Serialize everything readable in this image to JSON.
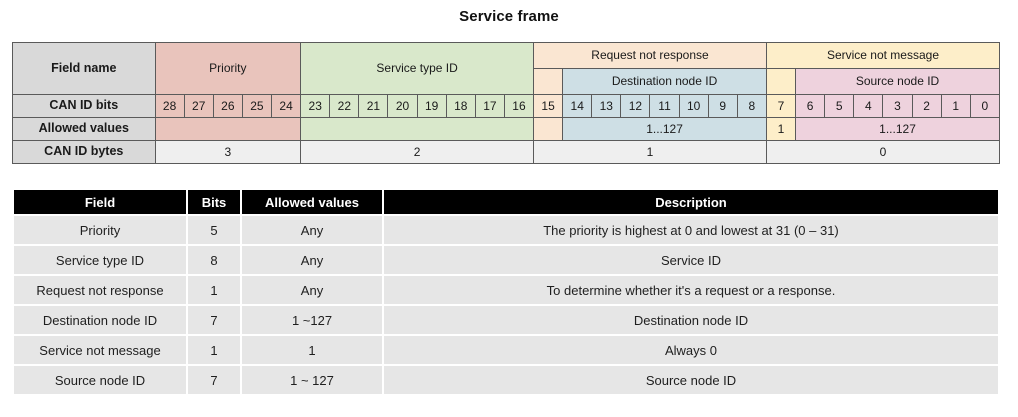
{
  "title": "Service frame",
  "bit_table": {
    "row_headers": {
      "field_name": "Field name",
      "can_id_bits": "CAN ID bits",
      "allowed_values": "Allowed values",
      "can_id_bytes": "CAN ID bytes"
    },
    "groups": {
      "priority": "Priority",
      "service_type_id": "Service type ID",
      "request_not_response": "Request not response",
      "destination_node_id": "Destination node ID",
      "service_not_message": "Service not message",
      "source_node_id": "Source node ID"
    },
    "bits": {
      "priority": [
        "28",
        "27",
        "26",
        "25",
        "24"
      ],
      "service_type_id": [
        "23",
        "22",
        "21",
        "20",
        "19",
        "18",
        "17",
        "16"
      ],
      "request_not_response": [
        "15"
      ],
      "destination_node_id": [
        "14",
        "13",
        "12",
        "11",
        "10",
        "9",
        "8"
      ],
      "service_not_message": [
        "7"
      ],
      "source_node_id": [
        "6",
        "5",
        "4",
        "3",
        "2",
        "1",
        "0"
      ]
    },
    "allowed_values": {
      "priority": "",
      "service_type_id": "",
      "request_not_response": "",
      "destination_node_id": "1...127",
      "service_not_message": "1",
      "source_node_id": "1...127"
    },
    "bytes": {
      "byte3": "3",
      "byte2": "2",
      "byte1": "1",
      "byte0": "0"
    }
  },
  "field_table": {
    "columns": [
      "Field",
      "Bits",
      "Allowed values",
      "Description"
    ],
    "rows": [
      {
        "field": "Priority",
        "bits": "5",
        "allowed": "Any",
        "description": "The priority is highest at 0 and lowest at 31 (0 – 31)"
      },
      {
        "field": "Service type ID",
        "bits": "8",
        "allowed": "Any",
        "description": "Service ID"
      },
      {
        "field": "Request not response",
        "bits": "1",
        "allowed": "Any",
        "description": "To determine whether it's a request or a response."
      },
      {
        "field": "Destination node ID",
        "bits": "7",
        "allowed": "1 ~127",
        "description": "Destination node ID"
      },
      {
        "field": "Service not message",
        "bits": "1",
        "allowed": "1",
        "description": "Always 0"
      },
      {
        "field": "Source node ID",
        "bits": "7",
        "allowed": "1 ~ 127",
        "description": "Source node ID"
      }
    ]
  },
  "colors": {
    "priority": "#e9c4bc",
    "service_type_id": "#d9e8cb",
    "request_not_response": "#fae6d2",
    "destination_node_id": "#cedfe5",
    "service_not_message": "#fdeec9",
    "source_node_id": "#eed2dd",
    "header_row": "#d9d9d9",
    "table_header": "#000000",
    "row_background": "#e6e6e6"
  }
}
